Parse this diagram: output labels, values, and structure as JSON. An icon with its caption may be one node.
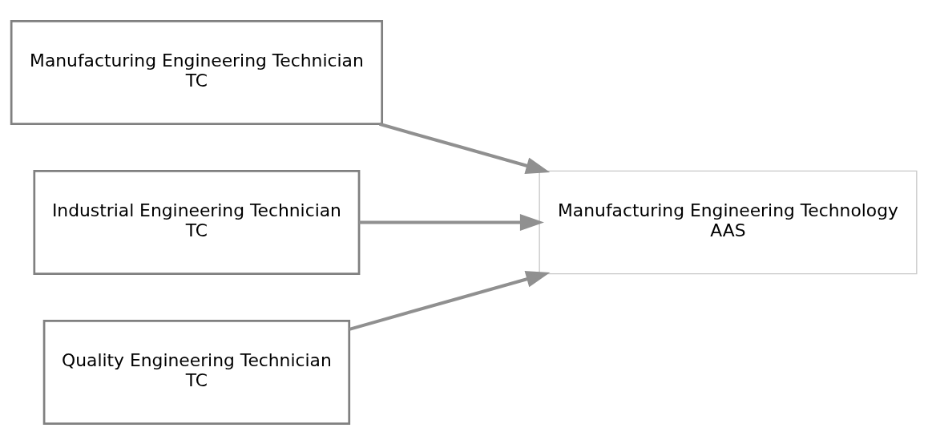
{
  "diagram": {
    "nodes": [
      {
        "text": [
          "Manufacturing Engineering Technician",
          "TC"
        ]
      },
      {
        "text": [
          "Industrial Engineering Technician",
          "TC"
        ]
      },
      {
        "text": [
          "Quality Engineering Technician",
          "TC"
        ]
      },
      {
        "text": [
          "Manufacturing Engineering Technology",
          "AAS"
        ]
      }
    ],
    "edges": [
      {
        "from": 0,
        "to": 3,
        "arrow": "to"
      },
      {
        "from": 1,
        "to": 3,
        "arrow": "to"
      },
      {
        "from": 2,
        "to": 3,
        "arrow": "to"
      }
    ]
  }
}
